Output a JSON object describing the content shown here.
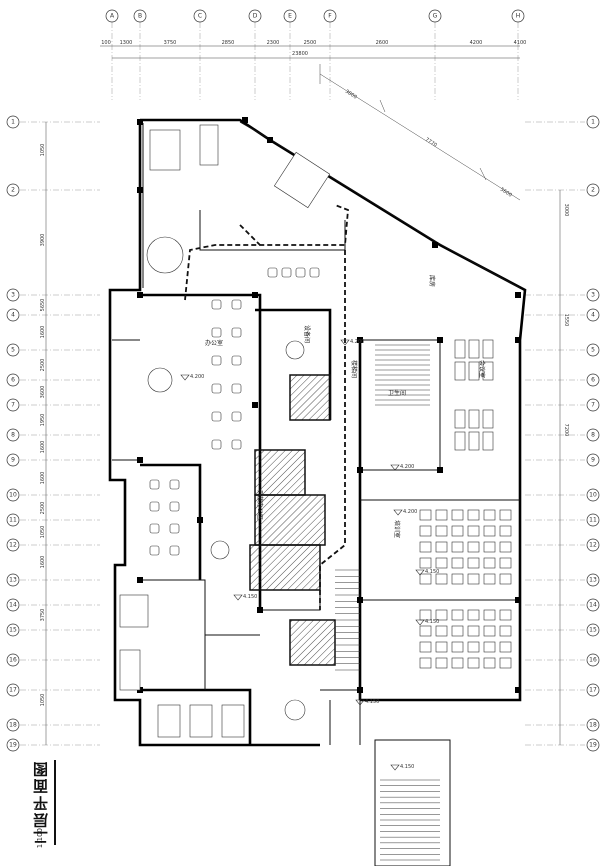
{
  "title": "二层平面图",
  "scale": "1:100",
  "axes_top": [
    "A",
    "B",
    "C",
    "D",
    "E",
    "F",
    "G",
    "H"
  ],
  "axes_left": [
    "1",
    "2",
    "3",
    "4",
    "5",
    "6",
    "7",
    "8",
    "9",
    "10",
    "11",
    "12",
    "13",
    "14",
    "15",
    "16",
    "17",
    "18",
    "19"
  ],
  "axes_right": [
    "1",
    "2",
    "3",
    "4",
    "5",
    "6",
    "7",
    "8",
    "9",
    "10",
    "11",
    "12",
    "13",
    "14",
    "15",
    "16",
    "17",
    "18",
    "19"
  ],
  "dims_top": [
    "100",
    "1300",
    "3750",
    "2850",
    "2300",
    "2500",
    "2600",
    "4200",
    "4100"
  ],
  "dims_top_total": "23800",
  "dims_left": [
    "1050",
    "3900",
    "5650",
    "1600",
    "2500",
    "3600",
    "1950",
    "1600",
    "1600",
    "2500",
    "1050",
    "1600",
    "3750",
    "1050"
  ],
  "dims_right": [
    "3000",
    "1550",
    "7200"
  ],
  "diag_dims": [
    "3800",
    "7770",
    "5600"
  ],
  "levels": [
    "4.200",
    "4.200",
    "4.150",
    "4.200",
    "4.200",
    "4.150",
    "4.150",
    "4.150",
    "4.150"
  ],
  "rooms": [
    "办公室",
    "会议室",
    "设备间",
    "培训室",
    "库房",
    "卫生间",
    "楼梯间",
    "开放办公区"
  ],
  "colors": {
    "wall": "#000000",
    "grid": "#9a9a9a",
    "hatch": "#222222"
  }
}
